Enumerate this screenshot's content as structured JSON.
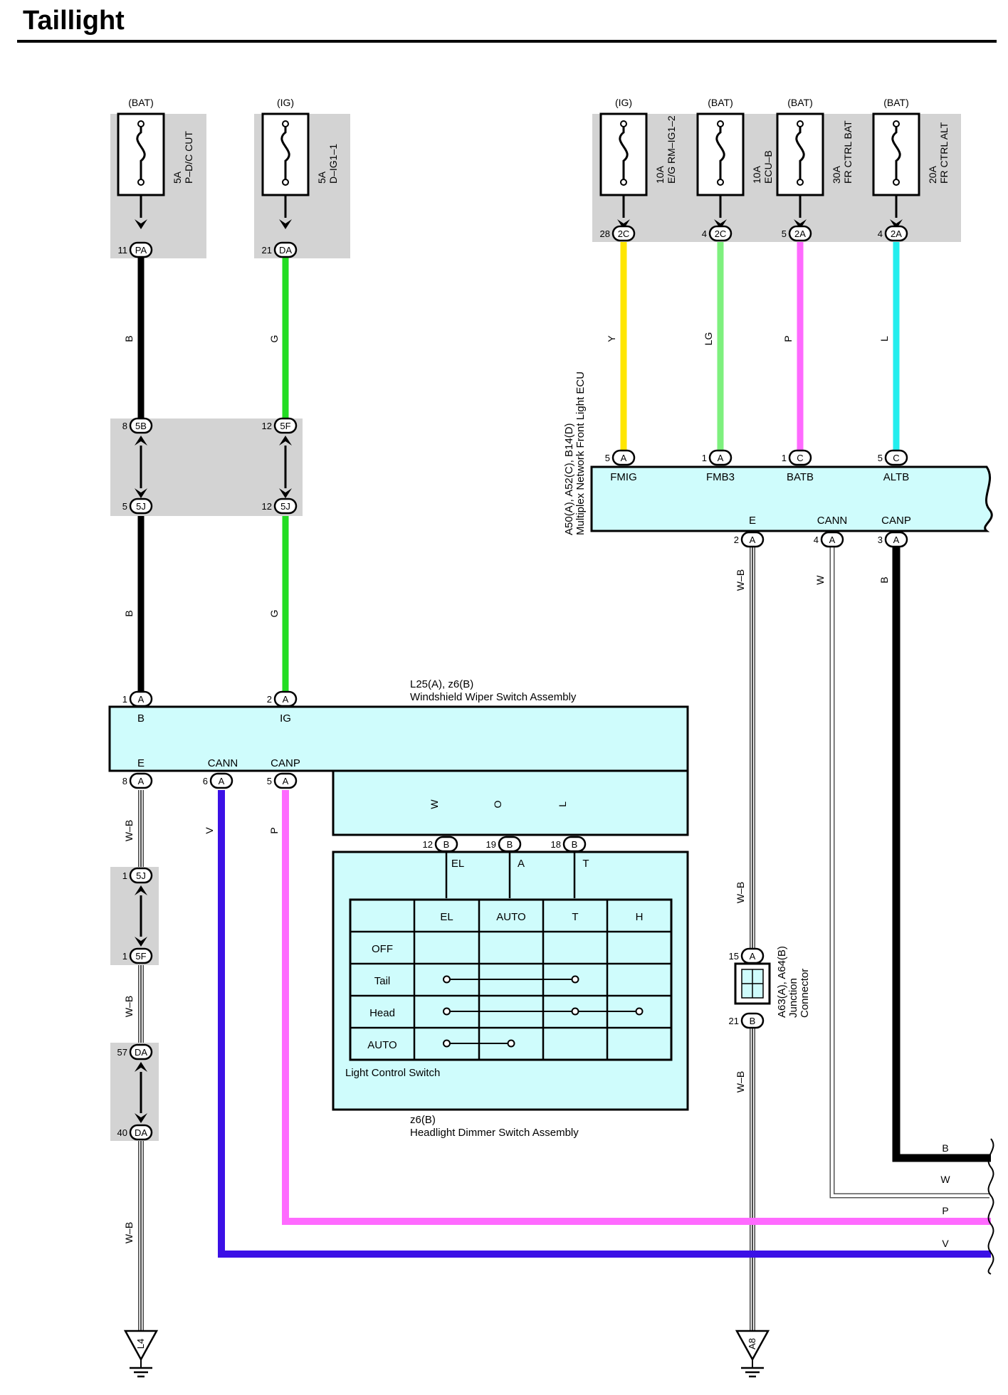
{
  "title": "Taillight",
  "fuses": [
    {
      "id": "fuse-p-dc-cut",
      "source": "(BAT)",
      "rating": "5A",
      "name": "P–D/C CUT",
      "pin": "11",
      "conn": "PA"
    },
    {
      "id": "fuse-d-ig1-1",
      "source": "(IG)",
      "rating": "5A",
      "name": "D–IG1–1",
      "pin": "21",
      "conn": "DA"
    },
    {
      "id": "fuse-eg-rm-ig1-2",
      "source": "(IG)",
      "rating": "10A",
      "name": "E/G RM–IG1–2",
      "pin": "28",
      "conn": "2C"
    },
    {
      "id": "fuse-ecu-b",
      "source": "(BAT)",
      "rating": "10A",
      "name": "ECU–B",
      "pin": "4",
      "conn": "2C"
    },
    {
      "id": "fuse-fr-ctrl-bat",
      "source": "(BAT)",
      "rating": "30A",
      "name": "FR CTRL BAT",
      "pin": "5",
      "conn": "2A"
    },
    {
      "id": "fuse-fr-ctrl-alt",
      "source": "(BAT)",
      "rating": "20A",
      "name": "FR CTRL ALT",
      "pin": "4",
      "conn": "2A"
    }
  ],
  "colors": {
    "B": "#000000",
    "G": "#22dd22",
    "Y": "#ffe600",
    "LG": "#7ef07e",
    "P": "#ff6aff",
    "L": "#22eeee",
    "V": "#3b10e6",
    "O": "#ff7a10",
    "W": "#ffffff",
    "panel": "#cffcfc",
    "gray": "#d3d3d3"
  },
  "wire_labels": {
    "B": "B",
    "G": "G",
    "Y": "Y",
    "LG": "LG",
    "P": "P",
    "L": "L",
    "WB": "W–B",
    "W": "W",
    "V": "V",
    "O": "O"
  },
  "connectors": {
    "c5B": {
      "pin": "8",
      "conn": "5B"
    },
    "c5F_top": {
      "pin": "12",
      "conn": "5F"
    },
    "c5J_left": {
      "pin": "5",
      "conn": "5J"
    },
    "c5J_right": {
      "pin": "12",
      "conn": "5J"
    },
    "c5J_low": {
      "pin": "1",
      "conn": "5J"
    },
    "c5F_low": {
      "pin": "1",
      "conn": "5F"
    },
    "cDA_57": {
      "pin": "57",
      "conn": "DA"
    },
    "cDA_40": {
      "pin": "40",
      "conn": "DA"
    }
  },
  "ecu": {
    "ref": "A50(A), A52(C), B14(D)",
    "name": "Multiplex Network Front Light ECU",
    "inputs": [
      {
        "label": "FMIG",
        "pin": "5",
        "conn": "A"
      },
      {
        "label": "FMB3",
        "pin": "1",
        "conn": "A"
      },
      {
        "label": "BATB",
        "pin": "1",
        "conn": "C"
      },
      {
        "label": "ALTB",
        "pin": "5",
        "conn": "C"
      }
    ],
    "outputs": [
      {
        "label": "E",
        "pin": "2",
        "conn": "A"
      },
      {
        "label": "CANN",
        "pin": "4",
        "conn": "A"
      },
      {
        "label": "CANP",
        "pin": "3",
        "conn": "A"
      }
    ]
  },
  "wiper": {
    "ref": "L25(A), z6(B)",
    "name": "Windshield Wiper Switch Assembly",
    "top_pins": [
      {
        "label": "B",
        "pin": "1",
        "conn": "A"
      },
      {
        "label": "IG",
        "pin": "2",
        "conn": "A"
      }
    ],
    "bottom_pins": [
      {
        "label": "E",
        "pin": "8",
        "conn": "A"
      },
      {
        "label": "CANN",
        "pin": "6",
        "conn": "A"
      },
      {
        "label": "CANP",
        "pin": "5",
        "conn": "A"
      }
    ]
  },
  "dimmer": {
    "ref": "z6(B)",
    "name": "Headlight Dimmer Switch Assembly",
    "switch_name": "Light Control Switch",
    "pins": [
      {
        "label": "EL",
        "pin": "12",
        "conn": "B"
      },
      {
        "label": "A",
        "pin": "19",
        "conn": "B"
      },
      {
        "label": "T",
        "pin": "18",
        "conn": "B"
      }
    ],
    "columns": [
      "EL",
      "AUTO",
      "T",
      "H"
    ],
    "rows": [
      "OFF",
      "Tail",
      "Head",
      "AUTO"
    ]
  },
  "junction": {
    "ref": "A63(A), A64(B)",
    "line1": "Junction",
    "line2": "Connector",
    "top": {
      "pin": "15",
      "conn": "A"
    },
    "bottom": {
      "pin": "21",
      "conn": "B"
    }
  },
  "grounds": [
    {
      "id": "L4"
    },
    {
      "id": "A8"
    }
  ],
  "edge_labels": [
    "B",
    "W",
    "P",
    "V"
  ]
}
